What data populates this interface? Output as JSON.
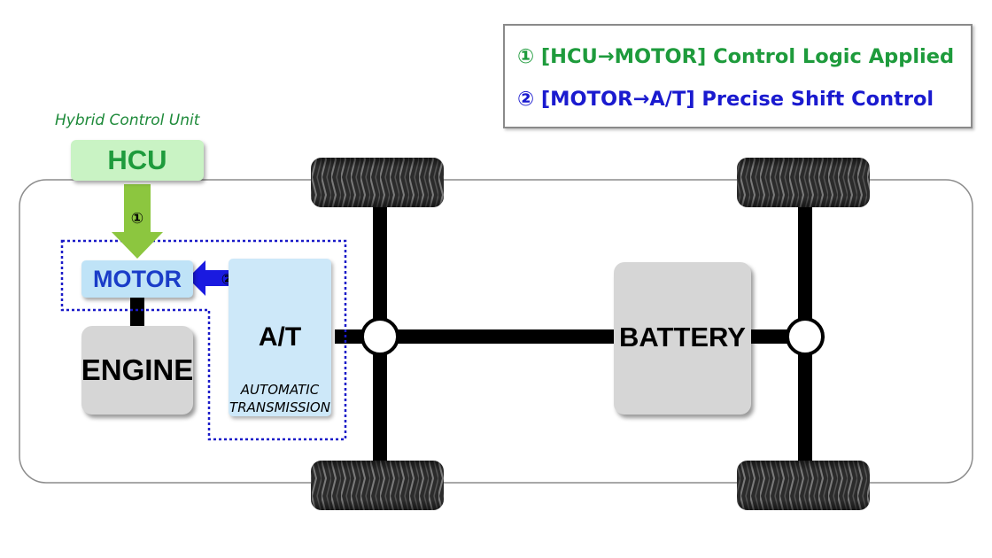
{
  "legend": {
    "line1": "① [HCU→MOTOR] Control Logic Applied",
    "line2": "② [MOTOR→A/T] Precise Shift Control",
    "line1_color": "#1e9b3c",
    "line2_color": "#1a1acf"
  },
  "hcu": {
    "caption": "Hybrid Control Unit",
    "label": "HCU",
    "caption_color": "#1e8a3a",
    "text_color": "#1e9b3c",
    "arrow_color": "#8cc63f",
    "step": "①"
  },
  "motor": {
    "label": "MOTOR",
    "text_color": "#1a3cc8",
    "arrow_color": "#1a1ae0",
    "step": "②"
  },
  "engine": {
    "label": "ENGINE"
  },
  "transmission": {
    "label": "A/T",
    "caption_line1": "AUTOMATIC",
    "caption_line2": "TRANSMISSION"
  },
  "battery": {
    "label": "BATTERY"
  },
  "icons": {
    "wheels": "tire-icon",
    "joints": "joint-circle-icon"
  }
}
